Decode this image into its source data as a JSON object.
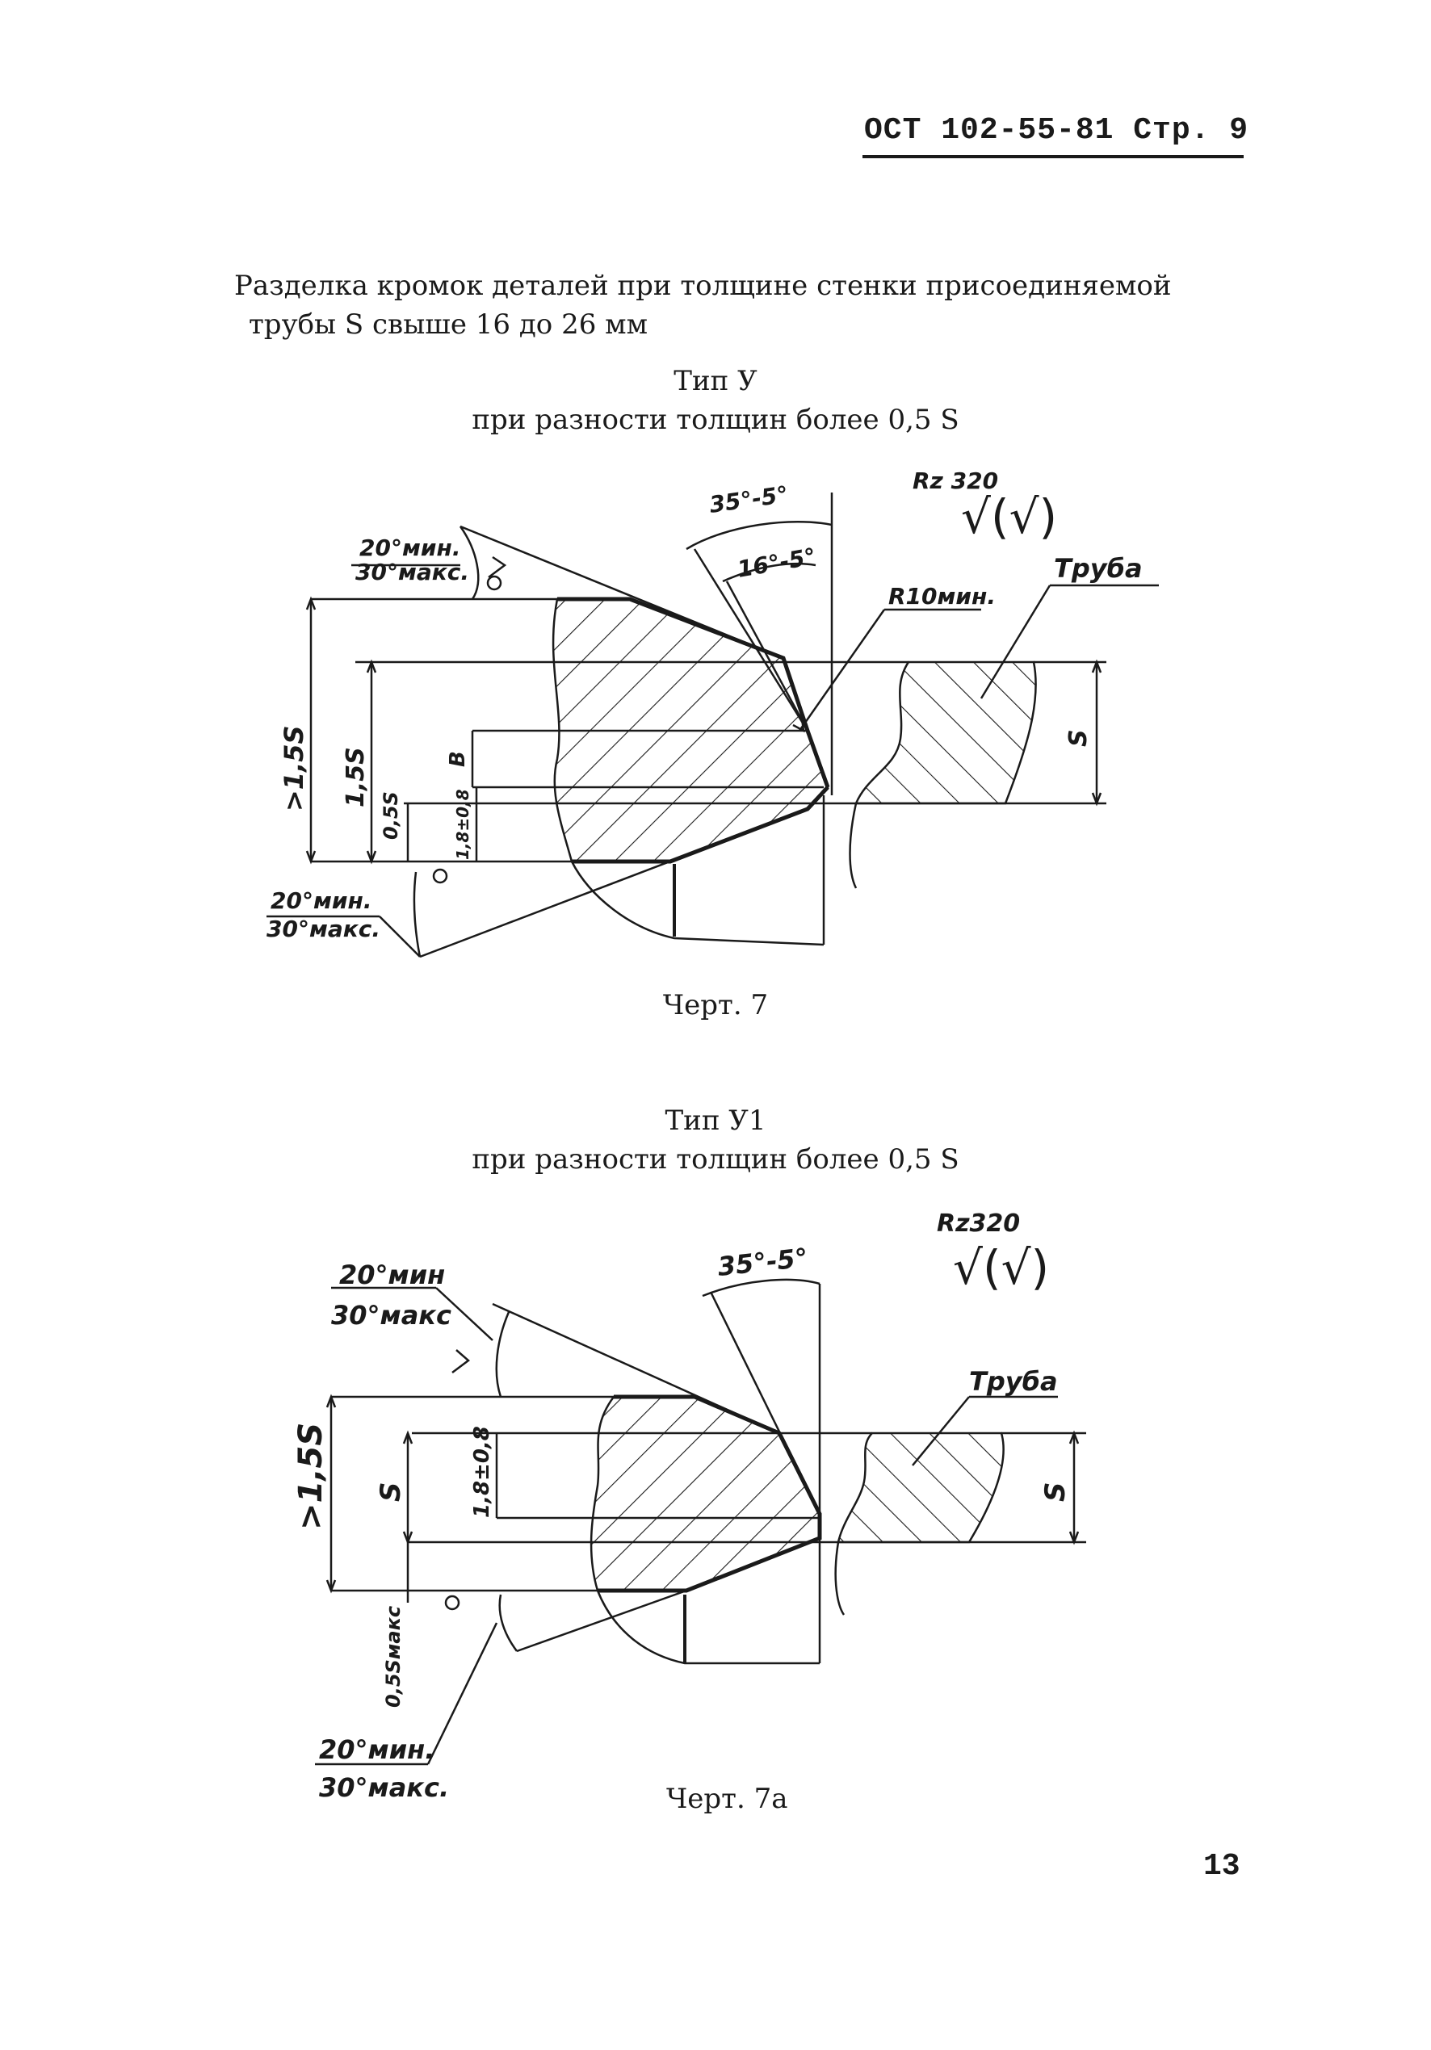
{
  "header": {
    "doc_ref": "ОСТ 102-55-81 Стр. 9"
  },
  "intro": {
    "line1": "Разделка кромок деталей при толщине стенки присоединяемой",
    "line2": "трубы S свыше 16 до 26 мм"
  },
  "figure7": {
    "type_label": "Тип У",
    "condition": "при разности толщин более 0,5 S",
    "caption": "Черт. 7",
    "roughness": "Rz 320",
    "roughness_marks": "√(√)",
    "angle_bevel": "35°-5°",
    "angle_inner": "16°-5°",
    "radius": "R10мин.",
    "pipe_label": "Труба",
    "angle_top_min": "20°мин.",
    "angle_top_max": "30°макс.",
    "angle_bot_min": "20°мин.",
    "angle_bot_max": "30°макс.",
    "dim_outer": ">1,5S",
    "dim_inner": "1,5S",
    "dim_half": "0,5S",
    "dim_root": "1,8±0,8",
    "dim_b": "B",
    "dim_s": "S"
  },
  "figure7a": {
    "type_label": "Тип У1",
    "condition": "при разности толщин более 0,5 S",
    "caption": "Черт. 7а",
    "roughness": "Rz320",
    "roughness_marks": "√(√)",
    "angle_bevel": "35°-5°",
    "pipe_label": "Труба",
    "angle_top_min": "20°мин",
    "angle_top_max": "30°макс",
    "angle_bot_min": "20°мин.",
    "angle_bot_max": "30°макс.",
    "dim_outer": ">1,5S",
    "dim_s_left": "S",
    "dim_root": "1,8±0,8",
    "dim_offset": "0,5Sмакс",
    "dim_s_right": "S"
  },
  "footer": {
    "page_number": "13"
  }
}
